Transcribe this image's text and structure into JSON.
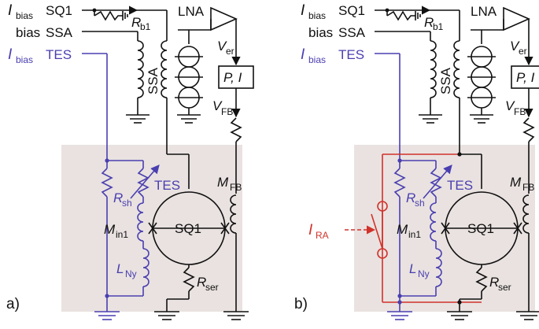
{
  "panels": [
    {
      "id": "a",
      "tag": "a)",
      "labels": {
        "ibias1_main": "I",
        "ibias1_sub": "bias",
        "sq1": "SQ1",
        "bias2": "bias",
        "ssa_in": "SSA",
        "ibias3_main": "I",
        "ibias3_sub": "bias",
        "tes_in": "TES",
        "rb1_main": "R",
        "rb1_sub": "b1",
        "lna": "LNA",
        "ver_main": "V",
        "ver_sub": "er",
        "pi": "P, I",
        "vfb_main": "V",
        "vfb_sub": "FB",
        "ssa_coil": "SSA",
        "rsh_main": "R",
        "rsh_sub": "sh",
        "tes": "TES",
        "min1_main": "M",
        "min1_sub": "in1",
        "sq1_junc": "SQ1",
        "mfb_main": "M",
        "mfb_sub": "FB",
        "lny_main": "L",
        "lny_sub": "Ny",
        "rser_main": "R",
        "rser_sub": "ser"
      }
    },
    {
      "id": "b",
      "tag": "b)",
      "labels": {
        "ibias1_main": "I",
        "ibias1_sub": "bias",
        "sq1": "SQ1",
        "bias2": "bias",
        "ssa_in": "SSA",
        "ibias3_main": "I",
        "ibias3_sub": "bias",
        "tes_in": "TES",
        "rb1_main": "R",
        "rb1_sub": "b1",
        "lna": "LNA",
        "ver_main": "V",
        "ver_sub": "er",
        "pi": "P, I",
        "vfb_main": "V",
        "vfb_sub": "FB",
        "ssa_coil": "SSA",
        "rsh_main": "R",
        "rsh_sub": "sh",
        "tes": "TES",
        "min1_main": "M",
        "min1_sub": "in1",
        "sq1_junc": "SQ1",
        "mfb_main": "M",
        "mfb_sub": "FB",
        "lny_main": "L",
        "lny_sub": "Ny",
        "rser_main": "R",
        "rser_sub": "ser",
        "ira_main": "I",
        "ira_sub": "RA"
      }
    }
  ],
  "colors": {
    "box": "#e9e2e0",
    "wire": "#111111",
    "tes_branch": "#4a3fb0",
    "ra_branch": "#d1322a"
  }
}
